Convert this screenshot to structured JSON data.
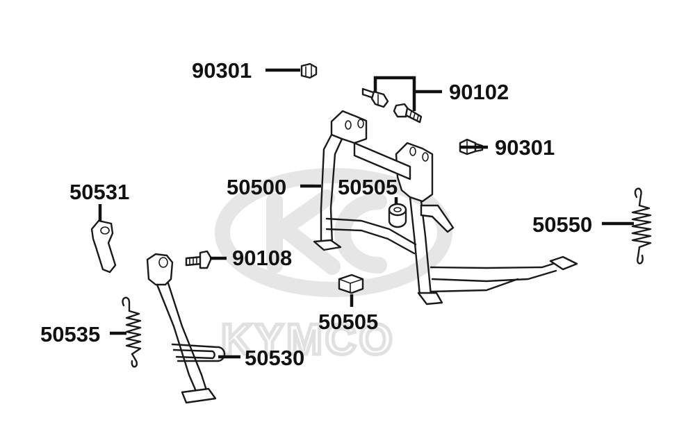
{
  "watermark": {
    "brand": "KYMCO"
  },
  "parts": [
    {
      "id": "90301-top",
      "number": "90301"
    },
    {
      "id": "90102",
      "number": "90102"
    },
    {
      "id": "90301-right",
      "number": "90301"
    },
    {
      "id": "50531",
      "number": "50531"
    },
    {
      "id": "50500",
      "number": "50500"
    },
    {
      "id": "50505-upper",
      "number": "50505"
    },
    {
      "id": "50550",
      "number": "50550"
    },
    {
      "id": "90108",
      "number": "90108"
    },
    {
      "id": "50505-lower",
      "number": "50505"
    },
    {
      "id": "50535",
      "number": "50535"
    },
    {
      "id": "50530",
      "number": "50530"
    }
  ]
}
